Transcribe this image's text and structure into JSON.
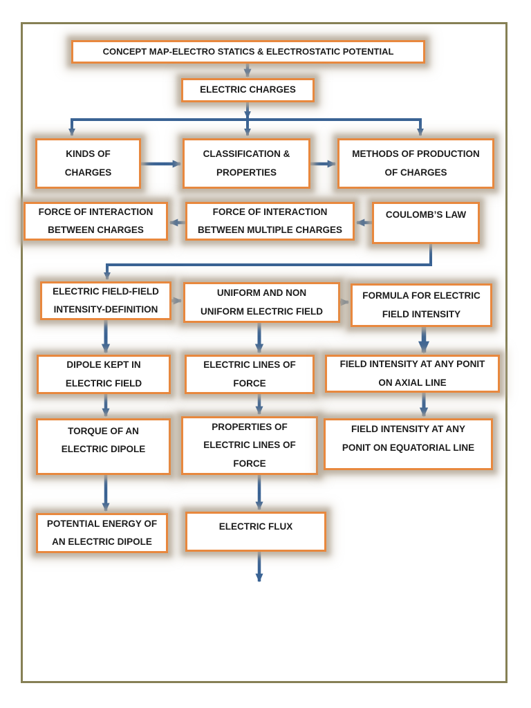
{
  "page": {
    "background": "#FFFFFF",
    "border_color": "#868055"
  },
  "palette": {
    "box_border": "#E8883E",
    "box_fill": "#FFFFFF",
    "box_glow": "#B5A997",
    "arrow": "#3A6394",
    "text": "#1C1C1C"
  },
  "diagram": {
    "nodes": {
      "title": {
        "label": "CONCEPT MAP-ELECTRO STATICS & ELECTROSTATIC POTENTIAL"
      },
      "electric_charges": {
        "label": "ELECTRIC CHARGES"
      },
      "kinds_of_charges": {
        "label": "KINDS OF\nCHARGES"
      },
      "classification_properties": {
        "label": "CLASSIFICATION &\nPROPERTIES"
      },
      "methods_of_production": {
        "label": "METHODS OF PRODUCTION\nOF CHARGES"
      },
      "force_between_charges": {
        "label": "FORCE OF INTERACTION\nBETWEEN CHARGES"
      },
      "force_multiple_charges": {
        "label": "FORCE OF INTERACTION\nBETWEEN MULTIPLE CHARGES"
      },
      "coulombs_law": {
        "label": "COULOMB’S LAW"
      },
      "electric_field_definition": {
        "label": "ELECTRIC FIELD-FIELD\nINTENSITY-DEFINITION"
      },
      "uniform_nonuniform_field": {
        "label": "UNIFORM AND NON\nUNIFORM ELECTRIC FIELD"
      },
      "formula_field_intensity": {
        "label": "FORMULA FOR ELECTRIC\nFIELD INTENSITY"
      },
      "dipole_in_field": {
        "label": "DIPOLE KEPT IN\nELECTRIC FIELD"
      },
      "electric_lines_of_force": {
        "label": "ELECTRIC LINES OF\nFORCE"
      },
      "field_intensity_axial": {
        "label": "FIELD INTENSITY AT ANY PONIT\nON AXIAL LINE"
      },
      "torque_of_dipole": {
        "label": "TORQUE OF AN\nELECTRIC DIPOLE"
      },
      "properties_lines_of_force": {
        "label": "PROPERTIES OF\nELECTRIC LINES OF\nFORCE"
      },
      "field_intensity_equatorial": {
        "label": "FIELD INTENSITY AT ANY\nPONIT ON EQUATORIAL LINE"
      },
      "potential_energy_dipole": {
        "label": "POTENTIAL ENERGY OF\nAN ELECTRIC DIPOLE"
      },
      "electric_flux": {
        "label": "ELECTRIC FLUX"
      }
    }
  }
}
